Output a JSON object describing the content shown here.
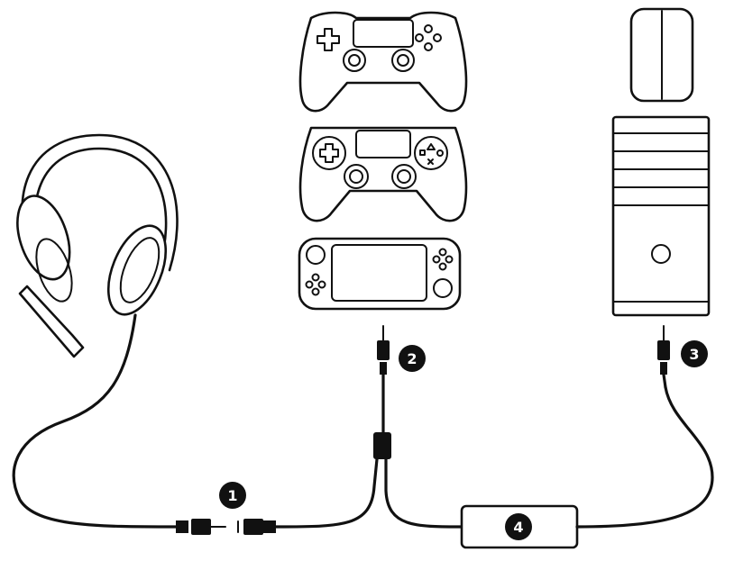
{
  "badges": [
    {
      "id": "1",
      "label": "1"
    },
    {
      "id": "2",
      "label": "2"
    },
    {
      "id": "3",
      "label": "3"
    },
    {
      "id": "4",
      "label": "4"
    }
  ],
  "icons": [
    "headset-icon",
    "ps5-controller-icon",
    "ps4-controller-icon",
    "handheld-console-icon",
    "pc-tower-icon",
    "vr-headset-icon",
    "audio-jack-icon",
    "splitter-icon",
    "inline-control-box-icon"
  ],
  "colors": {
    "line": "#111111",
    "background": "#ffffff",
    "badge_text": "#ffffff"
  }
}
